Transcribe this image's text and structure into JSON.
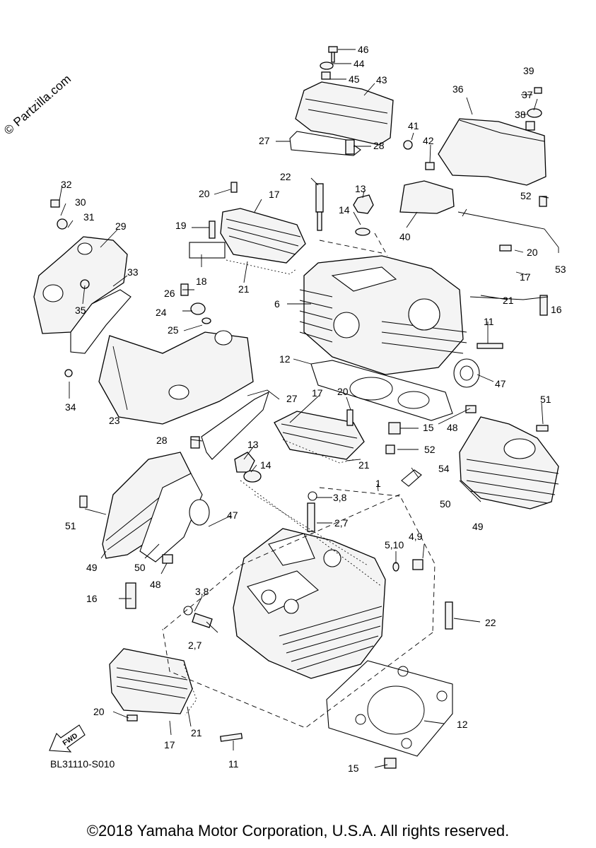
{
  "watermark": "© Partzilla.com",
  "diagram_code": "BL31110-S010",
  "fwd_label": "FWD",
  "copyright": "©2018 Yamaha Motor Corporation, U.S.A. All rights reserved.",
  "callouts": {
    "c46": "46",
    "c44": "44",
    "c45": "45",
    "c43": "43",
    "c27a": "27",
    "c28a": "28",
    "c39": "39",
    "c37": "37",
    "c38": "38",
    "c36": "36",
    "c41": "41",
    "c42": "42",
    "c32": "32",
    "c30": "30",
    "c31": "31",
    "c29": "29",
    "c33": "33",
    "c35": "35",
    "c34": "34",
    "c22a": "22",
    "c13a": "13",
    "c14a": "14",
    "c20a": "20",
    "c17a": "17",
    "c19": "19",
    "c18": "18",
    "c21a": "21",
    "c26": "26",
    "c24": "24",
    "c25": "25",
    "c40": "40",
    "c52a": "52",
    "c20b": "20",
    "c53": "53",
    "c17b": "17",
    "c21b": "21",
    "c16a": "16",
    "c6": "6",
    "c11a": "11",
    "c12a": "12",
    "c47a": "47",
    "c23": "23",
    "c27b": "27",
    "c17c": "17",
    "c20c": "20",
    "c15a": "15",
    "c48a": "48",
    "c51a": "51",
    "c28b": "28",
    "c13b": "13",
    "c52b": "52",
    "c21c": "21",
    "c14b": "14",
    "c54": "54",
    "c1": "1",
    "c38b": "3,8",
    "c27c": "2,7",
    "c49a": "49",
    "c50a": "50",
    "c51b": "51",
    "c47b": "47",
    "c49b": "49",
    "c50b": "50",
    "c48b": "48",
    "c510": "5,10",
    "c49c": "4,9",
    "c16b": "16",
    "c38c": "3,8",
    "c27d": "2,7",
    "c22b": "22",
    "c20d": "20",
    "c21d": "21",
    "c17d": "17",
    "c12b": "12",
    "c11b": "11",
    "c15b": "15"
  }
}
